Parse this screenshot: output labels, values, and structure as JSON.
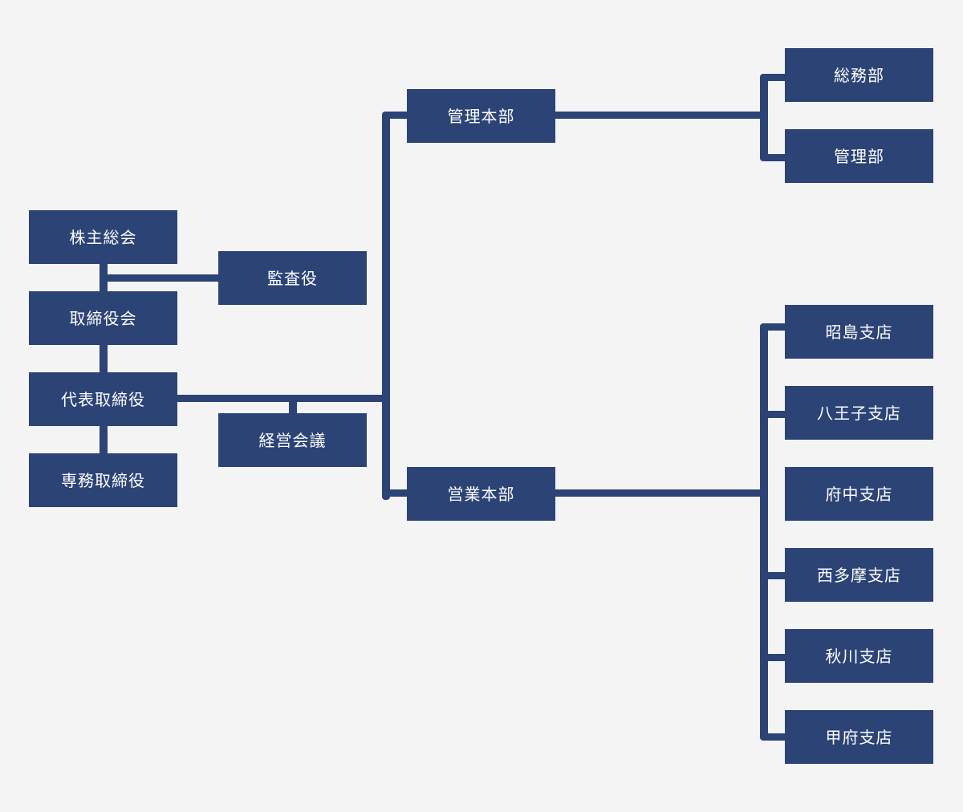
{
  "colors": {
    "background": "#f4f4f4",
    "node_fill": "#2c4376",
    "node_text": "#ffffff",
    "connector": "#2c4376"
  },
  "org_chart": {
    "shareholders_meeting": "株主総会",
    "auditor": "監査役",
    "board_of_directors": "取締役会",
    "representative_director": "代表取締役",
    "management_meeting": "経営会議",
    "senior_managing_director": "専務取締役",
    "admin_headquarters": "管理本部",
    "sales_headquarters": "営業本部",
    "general_affairs_dept": "総務部",
    "administration_dept": "管理部",
    "branch_akishima": "昭島支店",
    "branch_hachioji": "八王子支店",
    "branch_fuchu": "府中支店",
    "branch_nishitama": "西多摩支店",
    "branch_akigawa": "秋川支店",
    "branch_kofu": "甲府支店"
  }
}
